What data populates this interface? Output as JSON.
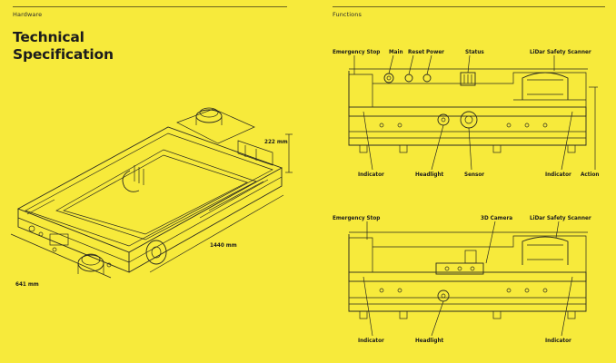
{
  "left_page": {
    "section": "Hardware",
    "title_line1": "Technical",
    "title_line2": "Specification",
    "dims": {
      "height": "222 mm",
      "length": "1440 mm",
      "width": "641 mm"
    }
  },
  "right_page": {
    "section": "Functions",
    "top_view": {
      "emergency_stop": "Emergency Stop",
      "main": "Main",
      "reset": "Reset",
      "power": "Power",
      "status": "Status",
      "lidar": "LiDar Safety Scanner",
      "indicator_left": "Indicator",
      "headlight": "Headlight",
      "sensor": "Sensor",
      "indicator_right": "Indicator",
      "action": "Action"
    },
    "bottom_view": {
      "emergency_stop": "Emergency Stop",
      "camera": "3D Camera",
      "lidar": "LiDar Safety Scanner",
      "indicator_left": "Indicator",
      "headlight": "Headlight",
      "indicator_right": "Indicator"
    }
  }
}
